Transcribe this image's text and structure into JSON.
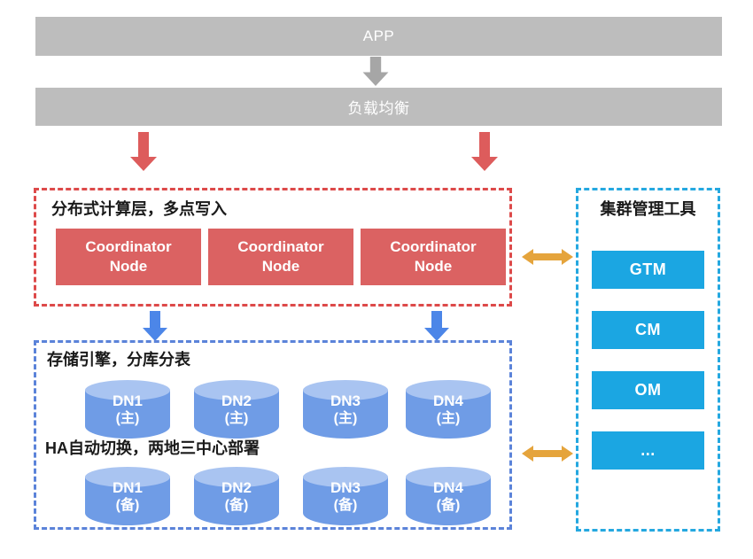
{
  "app_bar": {
    "label": "APP"
  },
  "lb_bar": {
    "label": "负载均衡"
  },
  "compute_layer": {
    "title": "分布式计算层，多点写入",
    "nodes": [
      "Coordinator Node",
      "Coordinator Node",
      "Coordinator Node"
    ]
  },
  "storage_layer": {
    "title": "存储引擎，分库分表",
    "ha_title": "HA自动切换，两地三中心部署",
    "primary_row": [
      {
        "name": "DN1",
        "role": "(主)"
      },
      {
        "name": "DN2",
        "role": "(主)"
      },
      {
        "name": "DN3",
        "role": "(主)"
      },
      {
        "name": "DN4",
        "role": "(主)"
      }
    ],
    "standby_row": [
      {
        "name": "DN1",
        "role": "(备)"
      },
      {
        "name": "DN2",
        "role": "(备)"
      },
      {
        "name": "DN3",
        "role": "(备)"
      },
      {
        "name": "DN4",
        "role": "(备)"
      }
    ]
  },
  "management_panel": {
    "title": "集群管理工具",
    "tools": [
      "GTM",
      "CM",
      "OM",
      "..."
    ]
  },
  "colors": {
    "gray_bar": "#bdbdbd",
    "gray_arrow": "#a6a6a6",
    "red_arrow": "#dd5c5c",
    "compute_border": "#dd4a4a",
    "coordinator_fill": "#db6262",
    "blue_arrow": "#4c86e8",
    "storage_border": "#5b83d9",
    "cylinder_body": "#6f9ce6",
    "cylinder_top": "#a9c4f1",
    "mgmt_border": "#25a8e0",
    "tool_fill": "#1ba6e2",
    "link_arrow": "#e5a43c"
  }
}
